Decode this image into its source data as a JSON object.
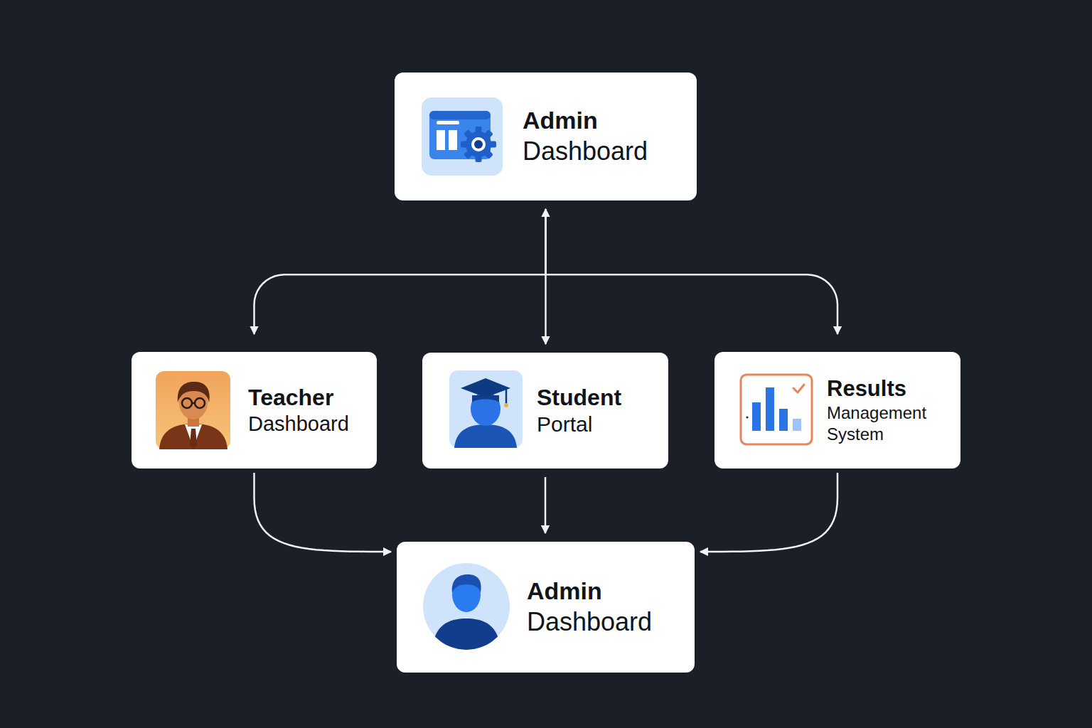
{
  "diagram": {
    "nodes": [
      {
        "text": [
          "Admin",
          "Dashboard"
        ]
      },
      {
        "text": [
          "Teacher",
          "Dashboard"
        ]
      },
      {
        "text": [
          "Student",
          "Portal"
        ]
      },
      {
        "text": [
          "Results",
          "Management System"
        ]
      },
      {
        "text": [
          "Admin",
          "Dashboard"
        ]
      }
    ],
    "edges": [
      {
        "from": 0,
        "to": 1,
        "arrow": "to"
      },
      {
        "from": 0,
        "to": 2,
        "arrow": "both"
      },
      {
        "from": 0,
        "to": 3,
        "arrow": "to"
      },
      {
        "from": 1,
        "to": 4,
        "arrow": "to"
      },
      {
        "from": 2,
        "to": 4,
        "arrow": "to"
      },
      {
        "from": 3,
        "to": 4,
        "arrow": "to"
      }
    ]
  }
}
